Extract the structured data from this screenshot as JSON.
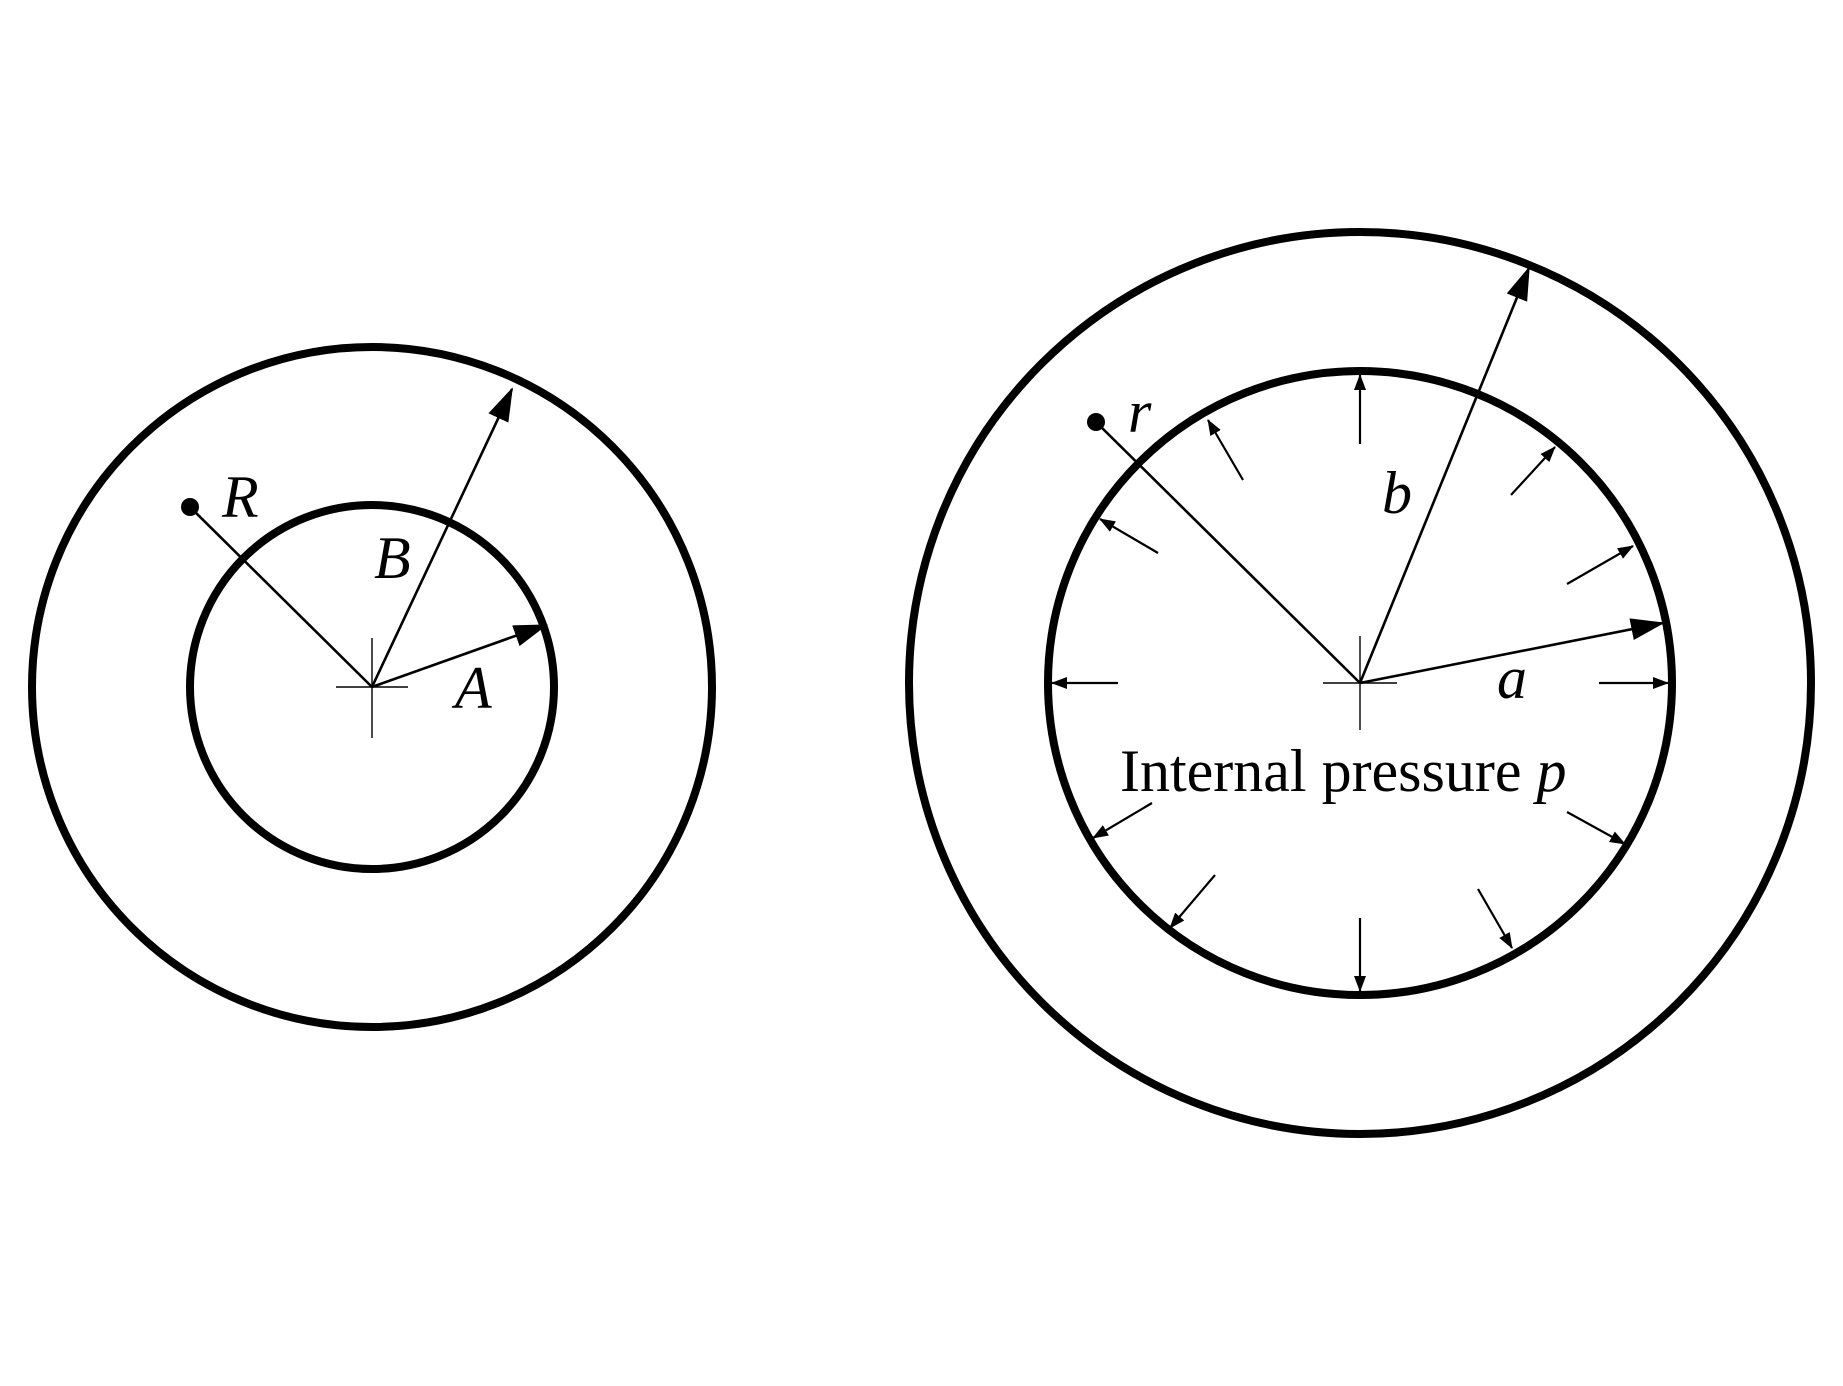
{
  "left_figure": {
    "labels": {
      "R": "R",
      "B": "B",
      "A": "A"
    }
  },
  "right_figure": {
    "labels": {
      "r": "r",
      "b": "b",
      "a": "a"
    },
    "caption": "Internal pressure",
    "caption_var": "p"
  }
}
